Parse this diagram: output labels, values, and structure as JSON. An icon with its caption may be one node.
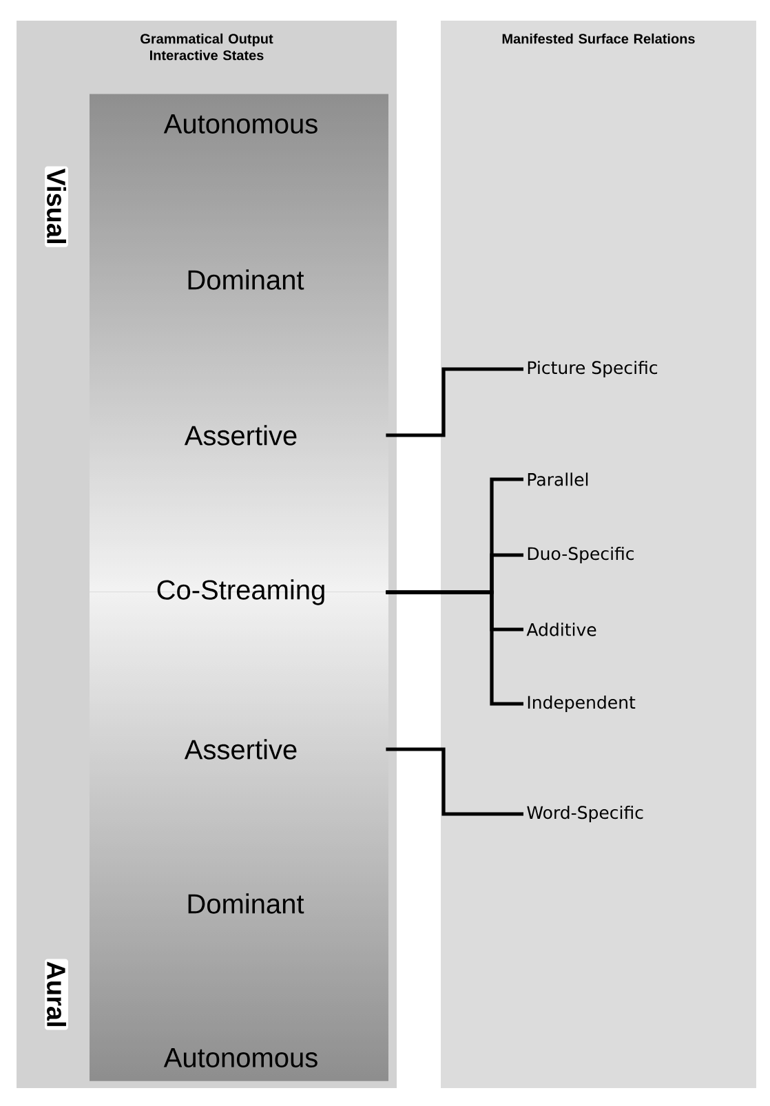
{
  "diagram": {
    "nodes": [
      {
        "text": [
          "Grammatical Output Interactive States"
        ]
      },
      {
        "text": [
          "Autonomous"
        ],
        "in": 0
      },
      {
        "text": [
          "Dominant"
        ],
        "in": 0
      },
      {
        "text": [
          "Assertive"
        ],
        "in": 0
      },
      {
        "text": [
          "Co-Streaming"
        ],
        "in": 0
      },
      {
        "text": [
          "Assertive"
        ],
        "in": 0
      },
      {
        "text": [
          "Dominant"
        ],
        "in": 0
      },
      {
        "text": [
          "Autonomous"
        ],
        "in": 0
      },
      {
        "text": [
          "Manifested Surface Relations"
        ]
      },
      {
        "text": [
          "Picture Specific"
        ],
        "in": 8
      },
      {
        "text": [
          "Parallel"
        ],
        "in": 8
      },
      {
        "text": [
          "Duo-Specific"
        ],
        "in": 8
      },
      {
        "text": [
          "Additive"
        ],
        "in": 8
      },
      {
        "text": [
          "Independent"
        ],
        "in": 8
      },
      {
        "text": [
          "Word-Specific"
        ],
        "in": 8
      }
    ],
    "edges": [
      {
        "from": 3,
        "to": 9,
        "arrow": "none"
      },
      {
        "from": 4,
        "to": 10,
        "arrow": "none"
      },
      {
        "from": 4,
        "to": 11,
        "arrow": "none"
      },
      {
        "from": 4,
        "to": 12,
        "arrow": "none"
      },
      {
        "from": 4,
        "to": 13,
        "arrow": "none"
      },
      {
        "from": 5,
        "to": 14,
        "arrow": "none"
      }
    ],
    "labels": [
      "Visual",
      "Aural"
    ]
  }
}
